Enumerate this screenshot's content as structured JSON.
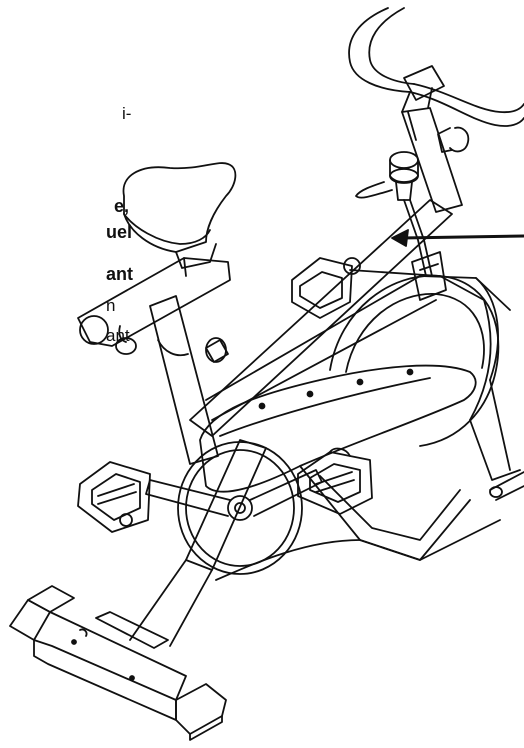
{
  "text_fragments": [
    {
      "text": "i-",
      "bold": false
    },
    {
      "text": "e,",
      "bold": true
    },
    {
      "text": "uel",
      "bold": true
    },
    {
      "text": "ant",
      "bold": true
    },
    {
      "text": "n",
      "bold": false
    },
    {
      "text": "ant",
      "bold": false
    }
  ],
  "illustration": {
    "subject": "stationary-exercise-bike-line-drawing",
    "line_color": "#111111",
    "background": "#ffffff"
  }
}
